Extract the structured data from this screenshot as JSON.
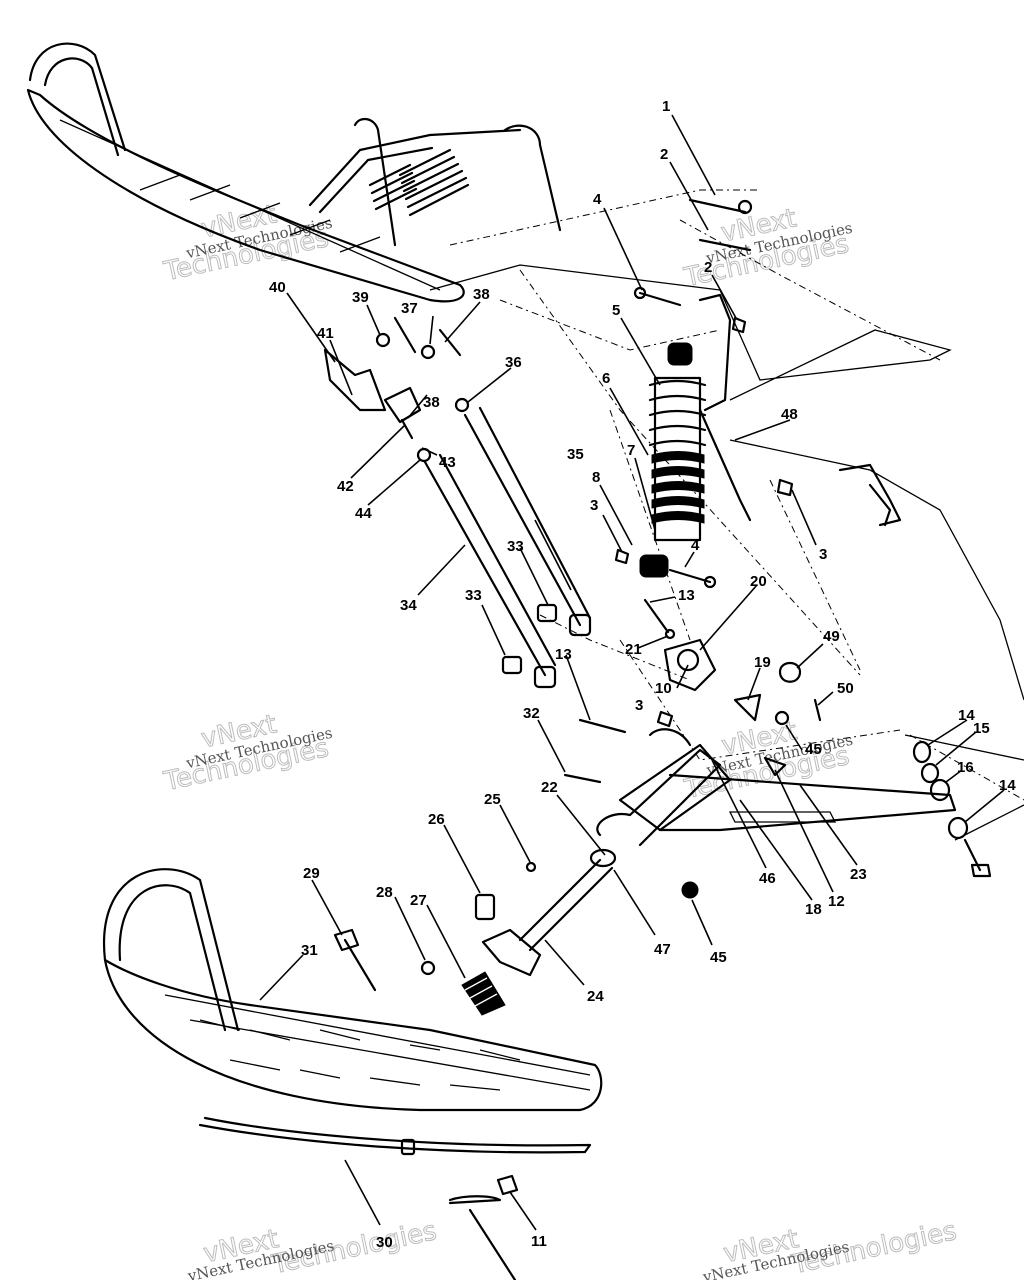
{
  "watermark": {
    "brand_line1": "vNext",
    "brand_line2": "Technologies",
    "brand_full": "vNext Technologies"
  },
  "callouts": [
    "1",
    "2",
    "2",
    "3",
    "3",
    "3",
    "3",
    "4",
    "4",
    "5",
    "6",
    "7",
    "8",
    "10",
    "11",
    "12",
    "13",
    "13",
    "14",
    "14",
    "15",
    "16",
    "18",
    "19",
    "20",
    "21",
    "22",
    "23",
    "24",
    "25",
    "26",
    "27",
    "28",
    "29",
    "30",
    "31",
    "32",
    "33",
    "33",
    "34",
    "35",
    "36",
    "37",
    "38",
    "38",
    "39",
    "40",
    "41",
    "42",
    "43",
    "44",
    "45",
    "45",
    "46",
    "47",
    "48",
    "49",
    "50"
  ]
}
